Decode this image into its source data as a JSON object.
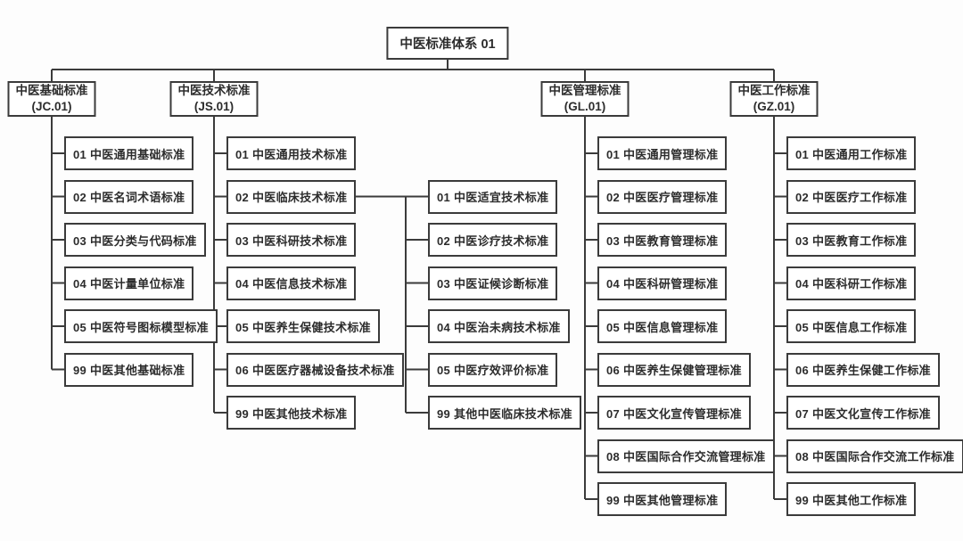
{
  "diagram": {
    "root": {
      "label": "中医标准体系 01"
    },
    "branches": [
      {
        "name": "中医基础标准",
        "code": "(JC.01)",
        "children": [
          {
            "label": "01 中医通用基础标准"
          },
          {
            "label": "02 中医名词术语标准"
          },
          {
            "label": "03 中医分类与代码标准"
          },
          {
            "label": "04 中医计量单位标准"
          },
          {
            "label": "05 中医符号图标模型标准"
          },
          {
            "label": "99 中医其他基础标准"
          }
        ]
      },
      {
        "name": "中医技术标准",
        "code": "(JS.01)",
        "children": [
          {
            "label": "01 中医通用技术标准"
          },
          {
            "label": "02 中医临床技术标准",
            "children": [
              {
                "label": "01 中医适宜技术标准"
              },
              {
                "label": "02 中医诊疗技术标准"
              },
              {
                "label": "03 中医证候诊断标准"
              },
              {
                "label": "04 中医治未病技术标准"
              },
              {
                "label": "05 中医疗效评价标准"
              },
              {
                "label": "99 其他中医临床技术标准"
              }
            ]
          },
          {
            "label": "03 中医科研技术标准"
          },
          {
            "label": "04 中医信息技术标准"
          },
          {
            "label": "05 中医养生保健技术标准"
          },
          {
            "label": "06 中医医疗器械设备技术标准"
          },
          {
            "label": "99 中医其他技术标准"
          }
        ]
      },
      {
        "name": "中医管理标准",
        "code": "(GL.01)",
        "children": [
          {
            "label": "01 中医通用管理标准"
          },
          {
            "label": "02 中医医疗管理标准"
          },
          {
            "label": "03 中医教育管理标准"
          },
          {
            "label": "04 中医科研管理标准"
          },
          {
            "label": "05 中医信息管理标准"
          },
          {
            "label": "06 中医养生保健管理标准"
          },
          {
            "label": "07 中医文化宣传管理标准"
          },
          {
            "label": "08 中医国际合作交流管理标准"
          },
          {
            "label": "99 中医其他管理标准"
          }
        ]
      },
      {
        "name": "中医工作标准",
        "code": "(GZ.01)",
        "children": [
          {
            "label": "01 中医通用工作标准"
          },
          {
            "label": "02 中医医疗工作标准"
          },
          {
            "label": "03 中医教育工作标准"
          },
          {
            "label": "04 中医科研工作标准"
          },
          {
            "label": "05 中医信息工作标准"
          },
          {
            "label": "06 中医养生保健工作标准"
          },
          {
            "label": "07 中医文化宣传工作标准"
          },
          {
            "label": "08 中医国际合作交流工作标准"
          },
          {
            "label": "99 中医其他工作标准"
          }
        ]
      }
    ],
    "colors": {
      "line": "#3b3b3b",
      "box_border": "#3b3b3b",
      "text": "#2c2c2c",
      "box_bg": "#ffffff",
      "page_bg": "#fdfdfd"
    }
  }
}
